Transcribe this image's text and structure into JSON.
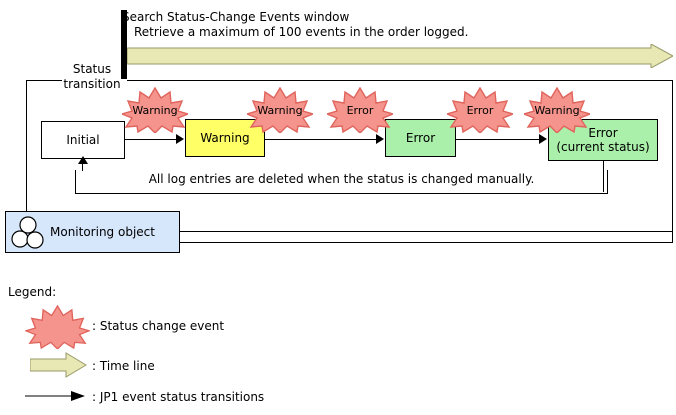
{
  "header": {
    "line1": "Search Status-Change Events window",
    "line2": "Retrieve a maximum of 100 events in the order logged."
  },
  "status_transition": {
    "label_line1": "Status",
    "label_line2": "transition",
    "manual_note": "All log entries are deleted when the status is changed manually.",
    "boxes": [
      {
        "id": "initial",
        "label": "Initial",
        "color": "#ffffff"
      },
      {
        "id": "warning",
        "label": "Warning",
        "color": "#ffff66"
      },
      {
        "id": "error1",
        "label": "Error",
        "color": "#aaf0aa"
      },
      {
        "id": "error-current",
        "label": "Error",
        "sublabel": "(current status)",
        "color": "#aaf0aa"
      }
    ],
    "events": [
      {
        "label": "Warning"
      },
      {
        "label": "Warning"
      },
      {
        "label": "Error"
      },
      {
        "label": "Error"
      },
      {
        "label": "Warning"
      }
    ]
  },
  "monitoring": {
    "label": "Monitoring object",
    "icon": "three-circles-icon",
    "color": "#d6e6fb"
  },
  "legend": {
    "title": "Legend:",
    "items": [
      {
        "icon": "star-icon",
        "text": ": Status change event"
      },
      {
        "icon": "block-arrow-icon",
        "text": ": Time line"
      },
      {
        "icon": "line-arrow-icon",
        "text": ": JP1 event status transitions"
      }
    ]
  },
  "colors": {
    "star_fill": "#f4948c",
    "star_stroke": "#e0645c",
    "timeline_fill": "#e8e8b4",
    "timeline_stroke": "#9a9a6a",
    "warning_box": "#ffff66",
    "error_box": "#aaf0aa",
    "monitoring_box": "#d6e6fb",
    "line": "#000000"
  }
}
